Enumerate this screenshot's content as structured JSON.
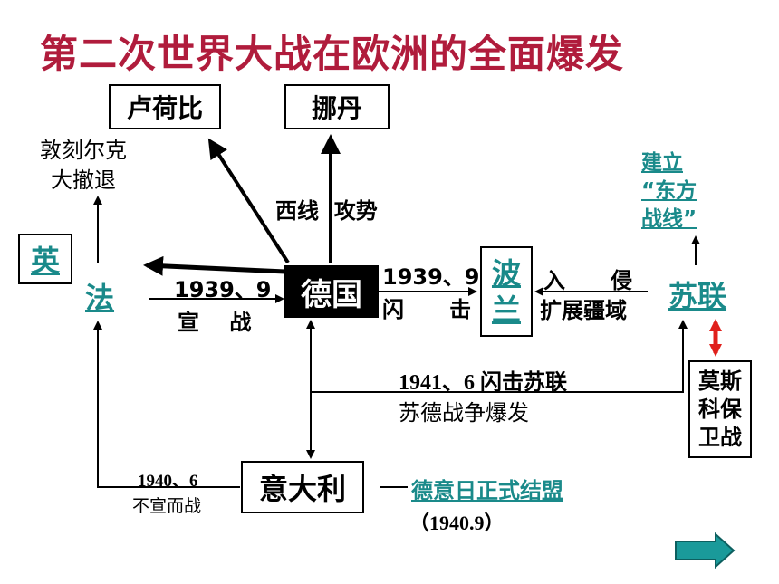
{
  "title": "第二次世界大战在欧洲的全面爆发",
  "nodes": {
    "germany": "德国",
    "netherlands": "卢荷比",
    "norway": "挪丹",
    "britain": "英",
    "france": "法",
    "poland_line1": "波",
    "poland_line2": "兰",
    "ussr": "苏联",
    "italy": "意大利",
    "moscow": "莫斯\n科保\n卫战"
  },
  "labels": {
    "dunkirk": "敦刻尔克\n大撤退",
    "west_offensive": "西线  攻势",
    "france_war_date": "1939、9",
    "france_war_text": "宣    战",
    "poland_date": "1939、9",
    "poland_text": "闪      击",
    "invade_text1": "入      侵",
    "invade_text2": "扩展疆域",
    "eastern_front": "建立\n“东方\n战线”",
    "barbarossa_1": "1941、6  闪击苏联",
    "barbarossa_2": "苏德战争爆发",
    "italy_date": "1940、6",
    "italy_text": "不宣而战",
    "axis_pact": "德意日正式结盟",
    "axis_date": "（1940.9）"
  },
  "colors": {
    "title": "#b01c3c",
    "link": "#1a8a8a",
    "red_arrow": "#e0201c",
    "nav_arrow": "#1a9a9a"
  },
  "icons": {
    "next": "right-arrow-icon"
  }
}
